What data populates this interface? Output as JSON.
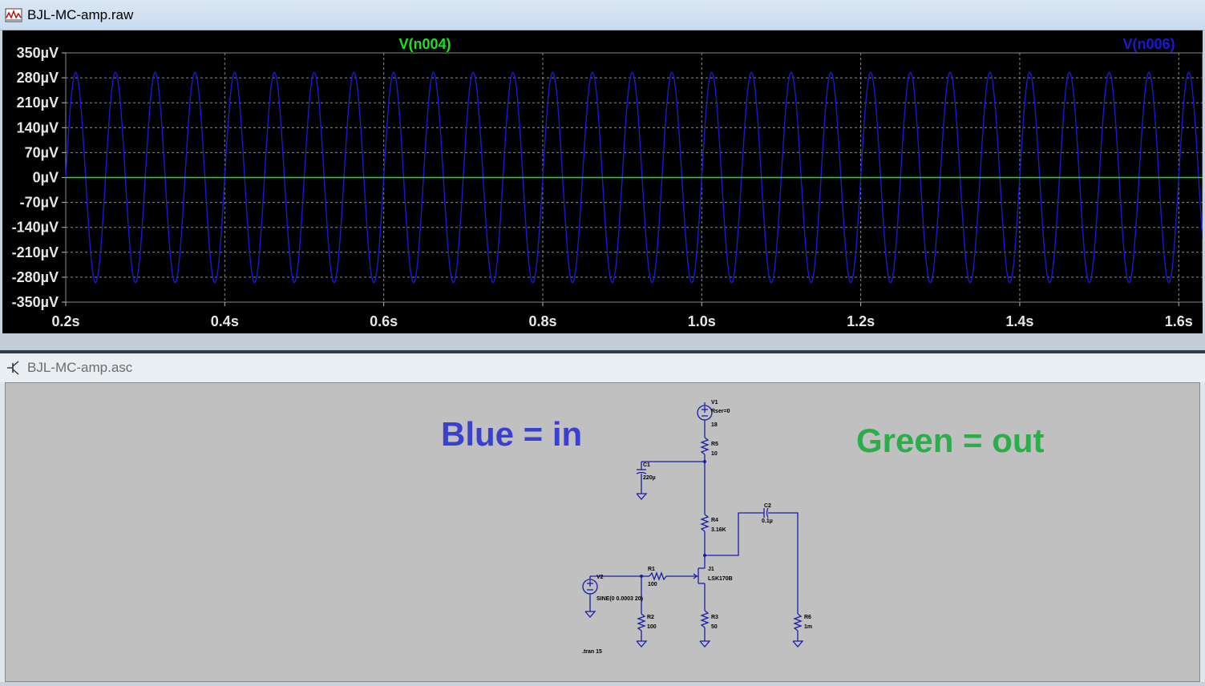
{
  "waveform_window": {
    "title": "BJL-MC-amp.raw",
    "icon": "waveform-viewer-icon",
    "trace_labels": [
      {
        "name": "V(n004)",
        "color": "#22dd22"
      },
      {
        "name": "V(n006)",
        "color": "#1a1ad0"
      }
    ],
    "y_ticks": [
      "350µV",
      "280µV",
      "210µV",
      "140µV",
      "70µV",
      "0µV",
      "-70µV",
      "-140µV",
      "-210µV",
      "-280µV",
      "-350µV"
    ],
    "x_ticks": [
      "0.2s",
      "0.4s",
      "0.6s",
      "0.8s",
      "1.0s",
      "1.2s",
      "1.4s",
      "1.6s"
    ]
  },
  "schematic_window": {
    "title": "BJL-MC-amp.asc",
    "icon": "schematic-editor-icon",
    "note_blue": "Blue = in",
    "note_green": "Green = out",
    "labels": {
      "v1": "V1",
      "v1_rser": "Rser=0",
      "v1_val": "18",
      "r5": "R5",
      "r5_val": "10",
      "c1": "C1",
      "c1_val": "220µ",
      "r4": "R4",
      "r4_val": "3.16K",
      "c2": "C2",
      "c2_val": "0.1µ",
      "j1": "J1",
      "j1_val": "LSK170B",
      "r1": "R1",
      "r1_val": "100",
      "v2": "V2",
      "v2_val": "SINE(0 0.0003 20)",
      "r2": "R2",
      "r2_val": "100",
      "r3": "R3",
      "r3_val": "50",
      "r6": "R6",
      "r6_val": "1m",
      "tran": ".tran 15"
    }
  },
  "chart_data": {
    "type": "line",
    "title": "",
    "xlabel": "",
    "ylabel": "",
    "xlim": [
      0.2,
      1.63
    ],
    "ylim": [
      -350,
      350
    ],
    "y_unit": "µV",
    "grid": true,
    "legend": "top",
    "series": [
      {
        "name": "V(n006)",
        "color": "#1a1ad0",
        "kind": "sine",
        "amplitude": 295,
        "frequency_hz": 20,
        "phase_deg": 0,
        "offset": 0
      },
      {
        "name": "V(n004)",
        "color": "#22dd22",
        "kind": "flat",
        "amplitude": 0,
        "frequency_hz": 20,
        "phase_deg": 0,
        "offset": 0
      }
    ]
  }
}
